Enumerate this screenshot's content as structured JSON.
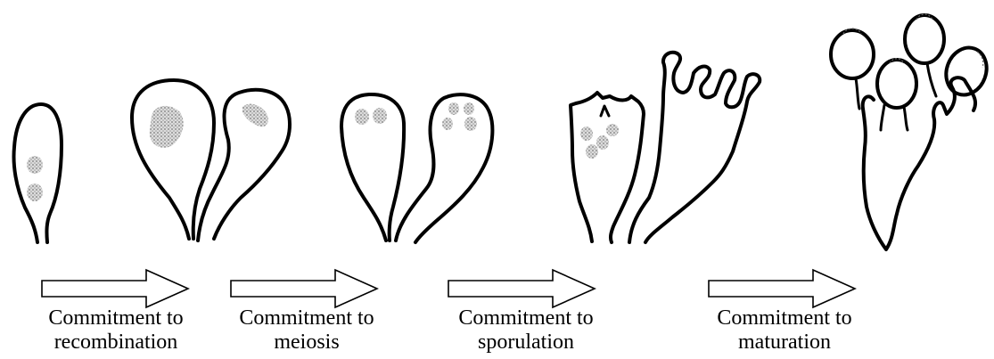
{
  "stages": [
    {
      "line1": "Commitment to",
      "line2": "recombination"
    },
    {
      "line1": "Commitment to",
      "line2": "meiosis"
    },
    {
      "line1": "Commitment to",
      "line2": "sporulation"
    },
    {
      "line1": "Commitment to",
      "line2": "maturation"
    }
  ]
}
